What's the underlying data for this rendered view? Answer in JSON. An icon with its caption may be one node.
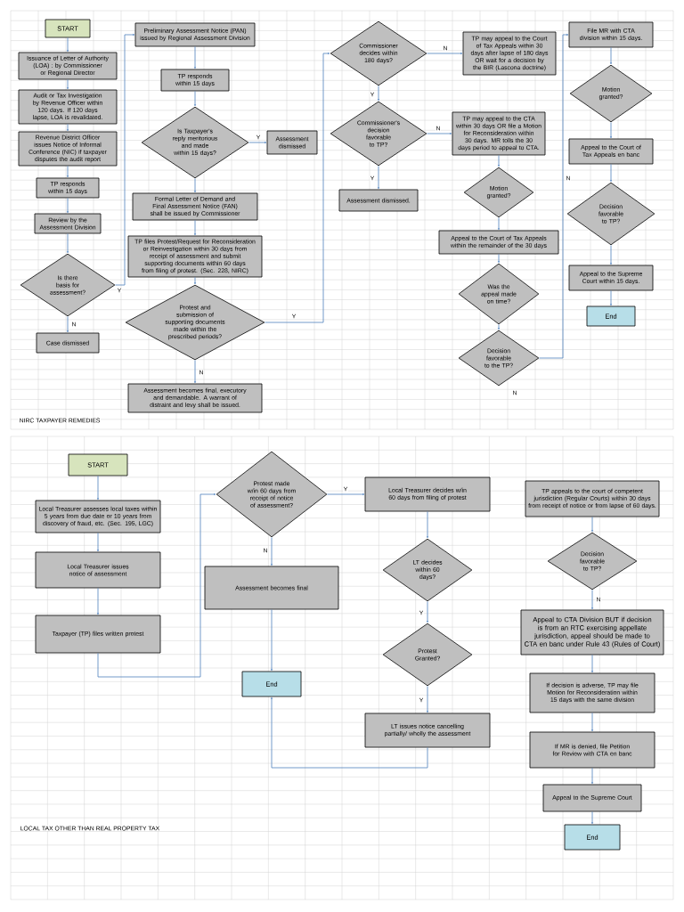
{
  "diagram": {
    "nodes": [
      {
        "text": [
          "START"
        ]
      },
      {
        "text": [
          "Issuance of Letter of Authority (LOA) : by Commissioner or Regional Director"
        ]
      },
      {
        "text": [
          "Audit or Tax Investigation by Revenue Officer within 120 days. If 120 days lapse, LOA is revalidated."
        ]
      },
      {
        "text": [
          "Revenue District Officer issues Notice of Informal Conference (NIC) if taxpayer disputes the audit report"
        ]
      },
      {
        "text": [
          "TP responds within 15 days"
        ]
      },
      {
        "text": [
          "Review by the Assessment Division"
        ]
      },
      {
        "text": [
          "Is there basis for assessment?"
        ]
      },
      {
        "text": [
          "Case dismissed"
        ]
      },
      {
        "text": [
          "Preliminary Assessment Notice (PAN) issued by Regional Assessment Division"
        ]
      },
      {
        "text": [
          "TP responds within 15 days"
        ]
      },
      {
        "text": [
          "Is Taxpayer's reply meritorious and made within 15 days?"
        ]
      },
      {
        "text": [
          "Assessment dismissed"
        ]
      },
      {
        "text": [
          "Formal Letter of Demand and Final Assessment Notice (FAN) shall be issued by Commissioner"
        ]
      },
      {
        "text": [
          "TP files Protest/Request for Reconsideration or Reinvestigation within 30 days from receipt of assessment and submit supporting documents within 60 days from filing of protest. (Sec. 228, NIRC)"
        ]
      },
      {
        "text": [
          "Protest and submission of supporting documents made within the prescribed periods?"
        ]
      },
      {
        "text": [
          "Assessment becomes final, executory and demandable. A warrant of distraint and levy shall be issued."
        ]
      },
      {
        "text": [
          "Commissioner decides within 180 days?"
        ]
      },
      {
        "text": [
          "TP may appeal to the Court of Tax Appeals within 30 days after lapse of 180 days OR wait for a decision by the BIR (Lascona doctrine)"
        ]
      },
      {
        "text": [
          "Commissioner's decision favorable to TP?"
        ]
      },
      {
        "text": [
          "TP may appeal to the CTA within 30 days OR file a Motion for Reconsideration within 30 days. MR tolls the 30 days period to appeal to CTA."
        ]
      },
      {
        "text": [
          "Assessment dismissed."
        ]
      },
      {
        "text": [
          "Motion granted?"
        ]
      },
      {
        "text": [
          "Appeal to the Court of Tax Appeals within the remainder of the 30 days"
        ]
      },
      {
        "text": [
          "Was the appeal made on time?"
        ]
      },
      {
        "text": [
          "Decision favorable to the TP?"
        ]
      },
      {
        "text": [
          "File MR with CTA division within 15 days."
        ]
      },
      {
        "text": [
          "Motion granted?"
        ]
      },
      {
        "text": [
          "Appeal to the Court of Tax Appeals en banc"
        ]
      },
      {
        "text": [
          "Decision favorable to TP?"
        ]
      },
      {
        "text": [
          "Appeal to the Supreme Court within 15 days."
        ]
      },
      {
        "text": [
          "End"
        ]
      },
      {
        "text": [
          "START"
        ]
      },
      {
        "text": [
          "Local Treasurer assesses local taxes within 5 years from due date or 10 years from discovery of fraud, etc. (Sec. 195, LGC)"
        ]
      },
      {
        "text": [
          "Local Treasurer issues notice of assessment"
        ]
      },
      {
        "text": [
          "Taxpayer (TP) files written protest"
        ]
      },
      {
        "text": [
          "Protest made w/in 60 days from receipt of notice of assessment?"
        ]
      },
      {
        "text": [
          "Assessment becomes final"
        ]
      },
      {
        "text": [
          "End"
        ]
      },
      {
        "text": [
          "Local Treasurer decides w/in 60 days from filing of protest"
        ]
      },
      {
        "text": [
          "LT decides within 60 days?"
        ]
      },
      {
        "text": [
          "Protest Granted?"
        ]
      },
      {
        "text": [
          "LT issues notice cancelling partially/ wholly the assessment"
        ]
      },
      {
        "text": [
          "TP appeals to the court of competent jurisdiction (Regular Courts) within 30 days from receipt of notice or from lapse of 60 days."
        ]
      },
      {
        "text": [
          "Decision favorable to TP?"
        ]
      },
      {
        "text": [
          "Appeal to CTA Division BUT if decision is from an RTC exercising appellate jurisdiction, appeal should be made to CTA en banc under Rule 43 (Rules of Court)"
        ]
      },
      {
        "text": [
          "If decision is adverse, TP may file Motion for Reconsideration within 15 days with the same division"
        ]
      },
      {
        "text": [
          "If MR is denied, file Petition for Review with CTA en banc"
        ]
      },
      {
        "text": [
          "Appeal to the Supreme Court"
        ]
      },
      {
        "text": [
          "End"
        ]
      }
    ],
    "edges": [
      {
        "from": 0,
        "to": 1,
        "arrow": "to"
      },
      {
        "from": 1,
        "to": 2,
        "arrow": "to"
      },
      {
        "from": 2,
        "to": 3,
        "arrow": "to"
      },
      {
        "from": 3,
        "to": 4,
        "arrow": "to"
      },
      {
        "from": 4,
        "to": 5,
        "arrow": "to"
      },
      {
        "from": 5,
        "to": 6,
        "arrow": "to"
      },
      {
        "from": 6,
        "to": 7,
        "arrow": "to",
        "label": "N"
      },
      {
        "from": 6,
        "to": 8,
        "arrow": "to",
        "label": "Y"
      },
      {
        "from": 8,
        "to": 9,
        "arrow": "to"
      },
      {
        "from": 9,
        "to": 10,
        "arrow": "to"
      },
      {
        "from": 10,
        "to": 11,
        "arrow": "to",
        "label": "Y"
      },
      {
        "from": 10,
        "to": 12,
        "arrow": "to"
      },
      {
        "from": 12,
        "to": 13,
        "arrow": "to"
      },
      {
        "from": 13,
        "to": 14,
        "arrow": "to"
      },
      {
        "from": 14,
        "to": 15,
        "arrow": "to",
        "label": "N"
      },
      {
        "from": 14,
        "to": 16,
        "arrow": "to",
        "label": "Y"
      },
      {
        "from": 16,
        "to": 17,
        "arrow": "to",
        "label": "N"
      },
      {
        "from": 16,
        "to": 18,
        "arrow": "to",
        "label": "Y"
      },
      {
        "from": 18,
        "to": 19,
        "arrow": "to",
        "label": "N"
      },
      {
        "from": 18,
        "to": 20,
        "arrow": "to",
        "label": "Y"
      },
      {
        "from": 19,
        "to": 21,
        "arrow": "to"
      },
      {
        "from": 21,
        "to": 22,
        "arrow": "to"
      },
      {
        "from": 22,
        "to": 23,
        "arrow": "to"
      },
      {
        "from": 23,
        "to": 24,
        "arrow": "to"
      },
      {
        "from": 24,
        "to": 25,
        "arrow": "to",
        "label": "N"
      },
      {
        "from": 25,
        "to": 26,
        "arrow": "to"
      },
      {
        "from": 26,
        "to": 27,
        "arrow": "to"
      },
      {
        "from": 27,
        "to": 28,
        "arrow": "to"
      },
      {
        "from": 28,
        "to": 29,
        "arrow": "to"
      },
      {
        "from": 29,
        "to": 30,
        "arrow": "to"
      },
      {
        "from": 31,
        "to": 32,
        "arrow": "to"
      },
      {
        "from": 32,
        "to": 33,
        "arrow": "to"
      },
      {
        "from": 33,
        "to": 34,
        "arrow": "to"
      },
      {
        "from": 34,
        "to": 35,
        "arrow": "to"
      },
      {
        "from": 35,
        "to": 38,
        "arrow": "to",
        "label": "Y"
      },
      {
        "from": 35,
        "to": 36,
        "arrow": "to",
        "label": "N"
      },
      {
        "from": 36,
        "to": 37,
        "arrow": "to"
      },
      {
        "from": 38,
        "to": 39,
        "arrow": "to"
      },
      {
        "from": 39,
        "to": 40,
        "arrow": "to",
        "label": "Y"
      },
      {
        "from": 40,
        "to": 41,
        "arrow": "to",
        "label": "Y"
      },
      {
        "from": 41,
        "to": 37,
        "arrow": "to"
      },
      {
        "from": 42,
        "to": 43,
        "arrow": "to"
      },
      {
        "from": 43,
        "to": 44,
        "arrow": "to",
        "label": "N"
      },
      {
        "from": 44,
        "to": 45,
        "arrow": "to"
      },
      {
        "from": 45,
        "to": 46,
        "arrow": "to"
      },
      {
        "from": 46,
        "to": 47,
        "arrow": "to"
      },
      {
        "from": 47,
        "to": 48,
        "arrow": "to"
      }
    ],
    "labels": [
      "NIRC TAXPAYER REMEDIES",
      "N",
      "LOCAL TAX OTHER THAN REAL PROPERTY TAX"
    ]
  }
}
